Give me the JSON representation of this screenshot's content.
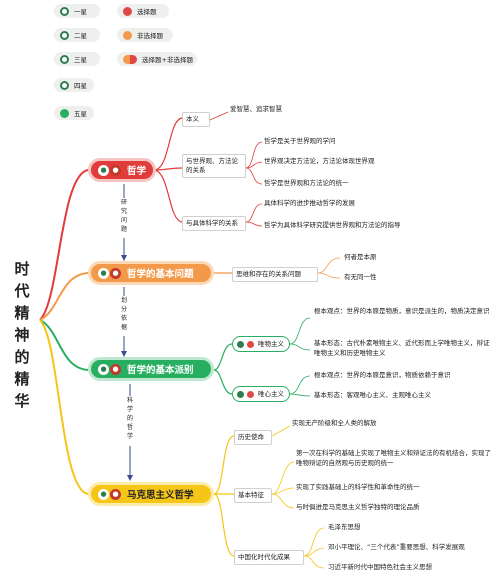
{
  "legend": [
    {
      "label": "一星",
      "kind": "star"
    },
    {
      "label": "二星",
      "kind": "star"
    },
    {
      "label": "三星",
      "kind": "star"
    },
    {
      "label": "四星",
      "kind": "star"
    },
    {
      "label": "五星",
      "kind": "tick"
    },
    {
      "label": "选择题",
      "kind": "red"
    },
    {
      "label": "非选择题",
      "kind": "orange"
    },
    {
      "label": "选择题+非选择题",
      "kind": "pair"
    }
  ],
  "title": "时代精神的精华",
  "topics": {
    "philosophy": {
      "label": "哲学",
      "color": "#e03c3c",
      "branches": {
        "benyi": {
          "label": "本义",
          "items": [
            "爱智慧、追求智慧"
          ]
        },
        "worldview": {
          "label": "与世界观、方法论的关系",
          "items": [
            "哲学是关于世界观的学问",
            "世界观决定方法论，方法论体现世界观",
            "哲学是世界观和方法论的统一"
          ]
        },
        "science": {
          "label": "与具体科学的关系",
          "items": [
            "具体科学的进步推动哲学的发展",
            "哲学为具体科学研究提供世界观和方法论的指导"
          ]
        }
      }
    },
    "basic_question": {
      "label": "哲学的基本问题",
      "color": "#f2994a",
      "branches": {
        "relation": {
          "label": "思维和存在的关系问题",
          "items": [
            "何者是本原",
            "有无同一性"
          ]
        }
      }
    },
    "schools": {
      "label": "哲学的基本派别",
      "color": "#27ae60",
      "branches": {
        "materialism": {
          "label": "唯物主义",
          "items": [
            "根本观点：世界的本原是物质，意识是派生的，物质决定意识",
            "基本形态：古代朴素唯物主义、近代形而上学唯物主义，辩证唯物主义和历史唯物主义"
          ]
        },
        "idealism": {
          "label": "唯心主义",
          "items": [
            "根本观点：世界的本原是意识，物质依赖于意识",
            "基本形态：客观唯心主义、主观唯心主义"
          ]
        }
      }
    },
    "marxism": {
      "label": "马克思主义哲学",
      "color": "#f5c518",
      "branches": {
        "mission": {
          "label": "历史使命",
          "items": [
            "实现无产阶级和全人类的解放"
          ]
        },
        "features": {
          "label": "基本特征",
          "items": [
            "第一次在科学的基础上实现了唯物主义和辩证法的有机结合，实现了唯物辩证的自然观与历史观的统一",
            "实现了实践基础上的科学性和革命性的统一",
            "与时俱进是马克思主义哲学独特的理论品质"
          ]
        },
        "sinicization": {
          "label": "中国化时代化成果",
          "items": [
            "毛泽东思想",
            "邓小平理论、“三个代表”重要思想、科学发展观",
            "习近平新时代中国特色社会主义思想"
          ]
        }
      }
    }
  },
  "connectors": [
    "研究问题",
    "划分依据",
    "科学的哲学"
  ]
}
